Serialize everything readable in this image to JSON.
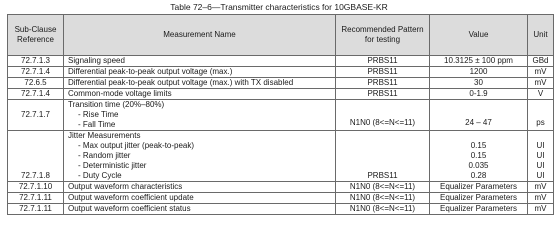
{
  "caption": "Table 72–6—Transmitter characteristics for 10GBASE-KR",
  "headers": {
    "ref": "Sub-Clause Reference",
    "name": "Measurement Name",
    "pattern": "Recommended Pattern for testing",
    "value": "Value",
    "unit": "Unit"
  },
  "rows": [
    {
      "ref": "72.7.1.3",
      "name": "Signaling speed",
      "pattern": "PRBS11",
      "value": "10.3125 ± 100 ppm",
      "unit": "GBd"
    },
    {
      "ref": "72.7.1.4",
      "name": "Differential peak-to-peak output voltage (max.)",
      "pattern": "PRBS11",
      "value": "1200",
      "unit": "mV"
    },
    {
      "ref": "72.6.5",
      "name": "Differential peak-to-peak output voltage (max.) with TX disabled",
      "pattern": "PRBS11",
      "value": "30",
      "unit": "mV"
    },
    {
      "ref": "72.7.1.4",
      "name": "Common-mode voltage limits",
      "pattern": "PRBS11",
      "value": "0-1.9",
      "unit": "V"
    }
  ],
  "transition": {
    "ref": "72.7.1.7",
    "title": "Transition time (20%–80%)",
    "rise": "- Rise Time",
    "fall": "- Fall Time",
    "pattern": "N1N0 (8<=N<=11)",
    "value": "24 – 47",
    "unit": "ps"
  },
  "jitter": {
    "ref": "72.7.1.8",
    "title": "Jitter Measurements",
    "items": [
      {
        "name": "- Max output jitter (peak-to-peak)",
        "value": "0.15",
        "unit": "UI"
      },
      {
        "name": "- Random jitter",
        "value": "0.15",
        "unit": "UI"
      },
      {
        "name": "- Deterministic jitter",
        "value": "0.035",
        "unit": "UI"
      },
      {
        "name": "- Duty Cycle",
        "value": "0.28",
        "unit": "UI"
      }
    ],
    "pattern": "PRBS11"
  },
  "tail_rows": [
    {
      "ref": "72.7.1.10",
      "name": "Output waveform characteristics",
      "pattern": "N1N0 (8<=N<=11)",
      "value": "Equalizer Parameters",
      "unit": "mV"
    },
    {
      "ref": "72.7.1.11",
      "name": "Output waveform coefficient update",
      "pattern": "N1N0 (8<=N<=11)",
      "value": "Equalizer Parameters",
      "unit": "mV"
    },
    {
      "ref": "72.7.1.11",
      "name": "Output waveform coefficient status",
      "pattern": "N1N0 (8<=N<=11)",
      "value": "Equalizer Parameters",
      "unit": "mV"
    }
  ]
}
